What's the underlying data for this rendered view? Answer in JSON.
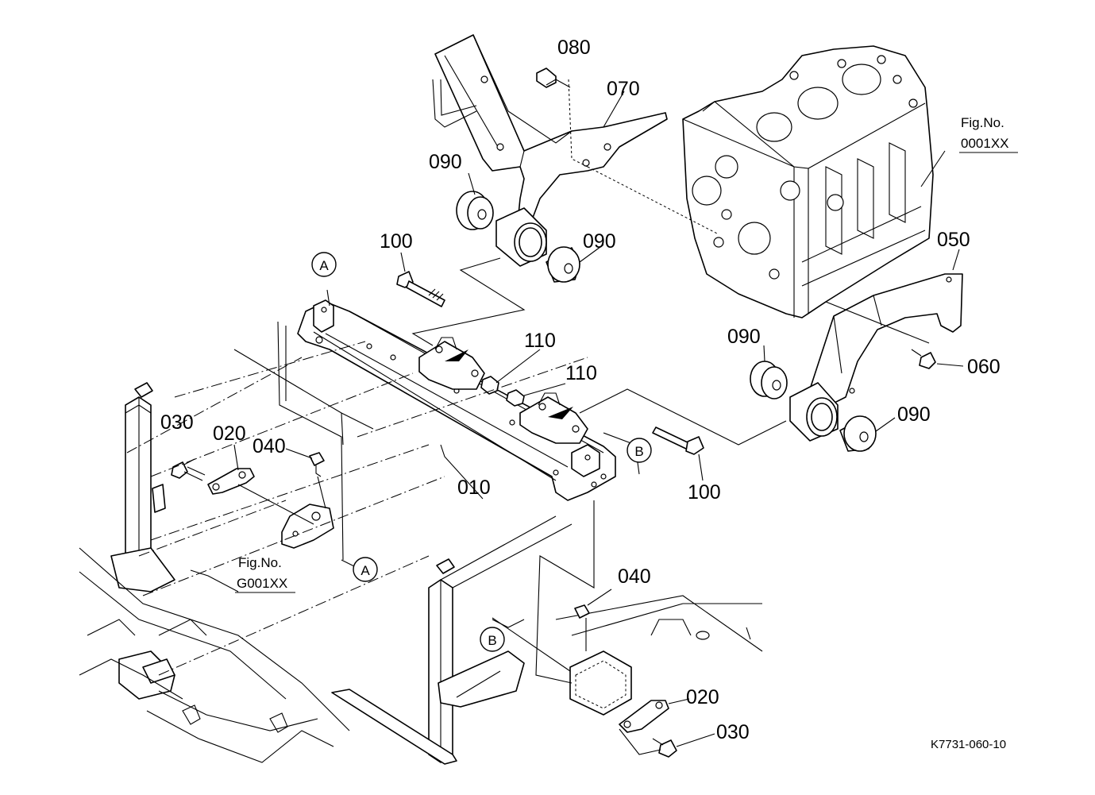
{
  "parts": {
    "p010": "010",
    "p020a": "020",
    "p020b": "020",
    "p030a": "030",
    "p030b": "030",
    "p040a": "040",
    "p040b": "040",
    "p050": "050",
    "p060": "060",
    "p070": "070",
    "p080": "080",
    "p090a": "090",
    "p090b": "090",
    "p090c": "090",
    "p090d": "090",
    "p100a": "100",
    "p100b": "100",
    "p110a": "110",
    "p110b": "110"
  },
  "refs": {
    "a1": "A",
    "a2": "A",
    "b1": "B",
    "b2": "B"
  },
  "figrefs": {
    "engine_fig": "Fig.No.",
    "engine_code": "0001XX",
    "frame_fig": "Fig.No.",
    "frame_code": "G001XX"
  },
  "drawing_code": "K7731-060-10"
}
